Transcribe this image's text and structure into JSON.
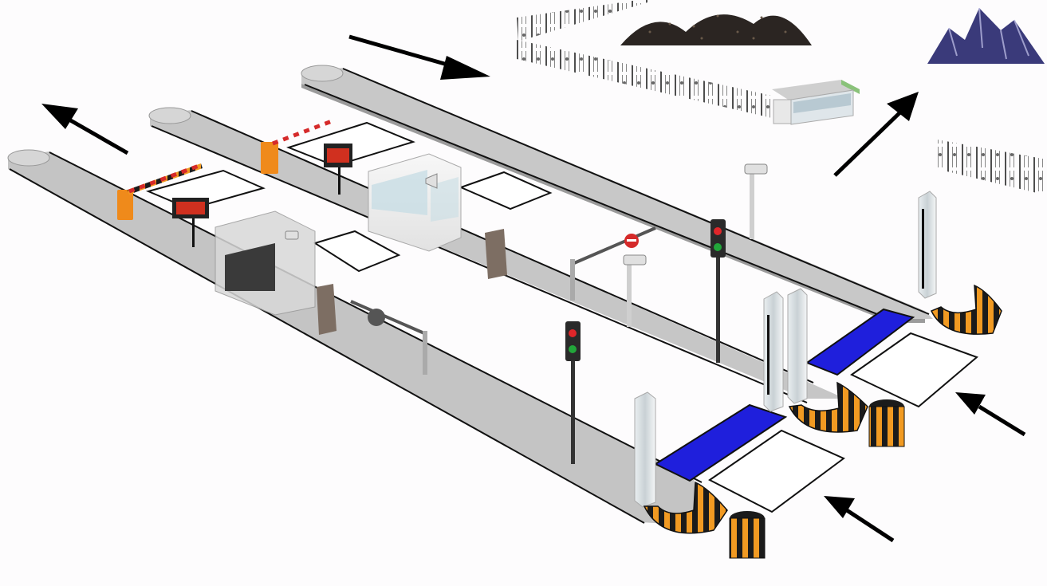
{
  "diagram": {
    "lanes": [
      {
        "name": "lane-1"
      },
      {
        "name": "lane-2"
      },
      {
        "name": "lane-3"
      }
    ],
    "colors": {
      "background": "#fdfcfd",
      "road": "#bfbfbf",
      "road_top": "#cccccc",
      "scale_platform": "#1f1fdc",
      "barrier_arm": "#d52a2a",
      "barrier_box": "#ef8a1b",
      "hazard_orange": "#f19a22",
      "hazard_black": "#1b1b1b",
      "led_display": "#e3321f",
      "traffic_red": "#e0262a",
      "traffic_green": "#22a63a",
      "mountain": "#3a3a7a",
      "coal_pile": "#2b2522",
      "cabinet": "#7d6e63",
      "arrow": "#000000"
    },
    "icons": [
      "arrow-icon",
      "barrier-gate-icon",
      "led-display-icon",
      "traffic-light-icon",
      "camera-icon",
      "guard-booth-icon",
      "control-cabinet-icon",
      "infrared-grating-icon",
      "bollard-icon",
      "weighbridge-platform-icon",
      "fence-icon",
      "coal-pile-icon",
      "mountain-icon"
    ]
  }
}
